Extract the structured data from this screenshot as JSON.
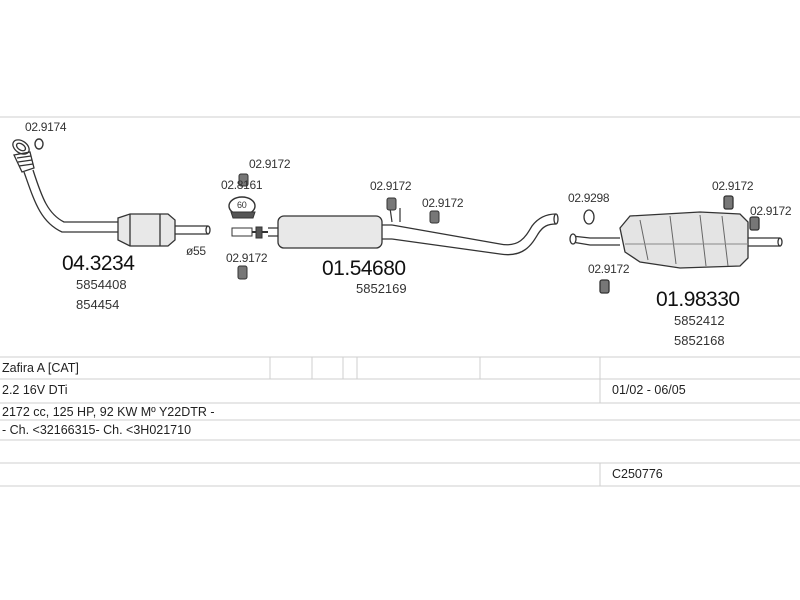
{
  "parts": {
    "p1": {
      "code": "04.3234",
      "oem1": "5854408",
      "oem2": "854454"
    },
    "p2": {
      "code": "01.54680",
      "oem1": "5852169"
    },
    "p3": {
      "code": "01.98330",
      "oem1": "5852412",
      "oem2": "5852168"
    }
  },
  "fittings": {
    "f_top_left": "02.9174",
    "f_mid_top1": "02.9172",
    "f_mid_top2": "02.8161",
    "f_mid_bottom": "02.9172",
    "f_center1": "02.9172",
    "f_center2": "02.9172",
    "f_right1": "02.9298",
    "f_right2": "02.9172",
    "f_right3": "02.9172",
    "f_right_bottom": "02.9172"
  },
  "clamp_label": "60",
  "diameter_label": "ø55",
  "info": {
    "model": "Zafira A  [CAT]",
    "engine": "2.2 16V DTi",
    "dates": "01/02 - 06/05",
    "spec": "2172 cc, 125 HP, 92 KW Mº Y22DTR -",
    "chassis": "- Ch. <32166315- Ch. <3H021710",
    "ref": "C250776"
  }
}
